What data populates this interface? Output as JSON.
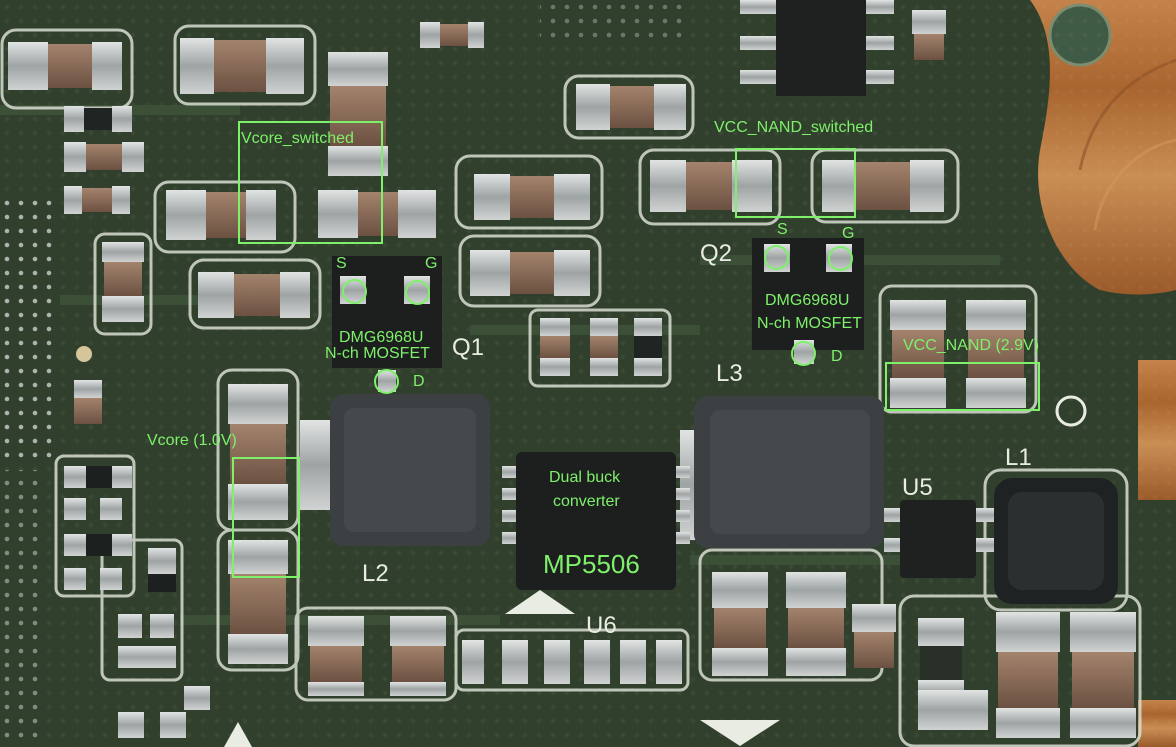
{
  "labels": {
    "vcore_switched": "Vcore_switched",
    "vcc_nand_switched": "VCC_NAND_switched",
    "vcore": "Vcore (1.0V)",
    "vcc_nand": "VCC_NAND (2.9V)",
    "q1_part": "DMG6968U",
    "q1_desc": "N-ch MOSFET",
    "q2_part": "DMG6968U",
    "q2_desc": "N-ch MOSFET",
    "q1_s": "S",
    "q1_g": "G",
    "q1_d": "D",
    "q2_s": "S",
    "q2_g": "G",
    "q2_d": "D",
    "converter_line1": "Dual buck",
    "converter_line2": "converter",
    "converter_part": "MP5506"
  },
  "silkscreen": {
    "q1": "Q1",
    "q2": "Q2",
    "l1": "L1",
    "l2": "L2",
    "l3": "L3",
    "u5": "U5",
    "u6": "U6"
  },
  "colors": {
    "board": "#2f3d2c",
    "annotation": "#7ef06a",
    "silk": "#e9ece2",
    "solder": "#b9bdbb",
    "ceramic": "#8a6a55",
    "inductor": "#3a3d40",
    "ic": "#1d1f1f",
    "wood": "#b5703b"
  }
}
